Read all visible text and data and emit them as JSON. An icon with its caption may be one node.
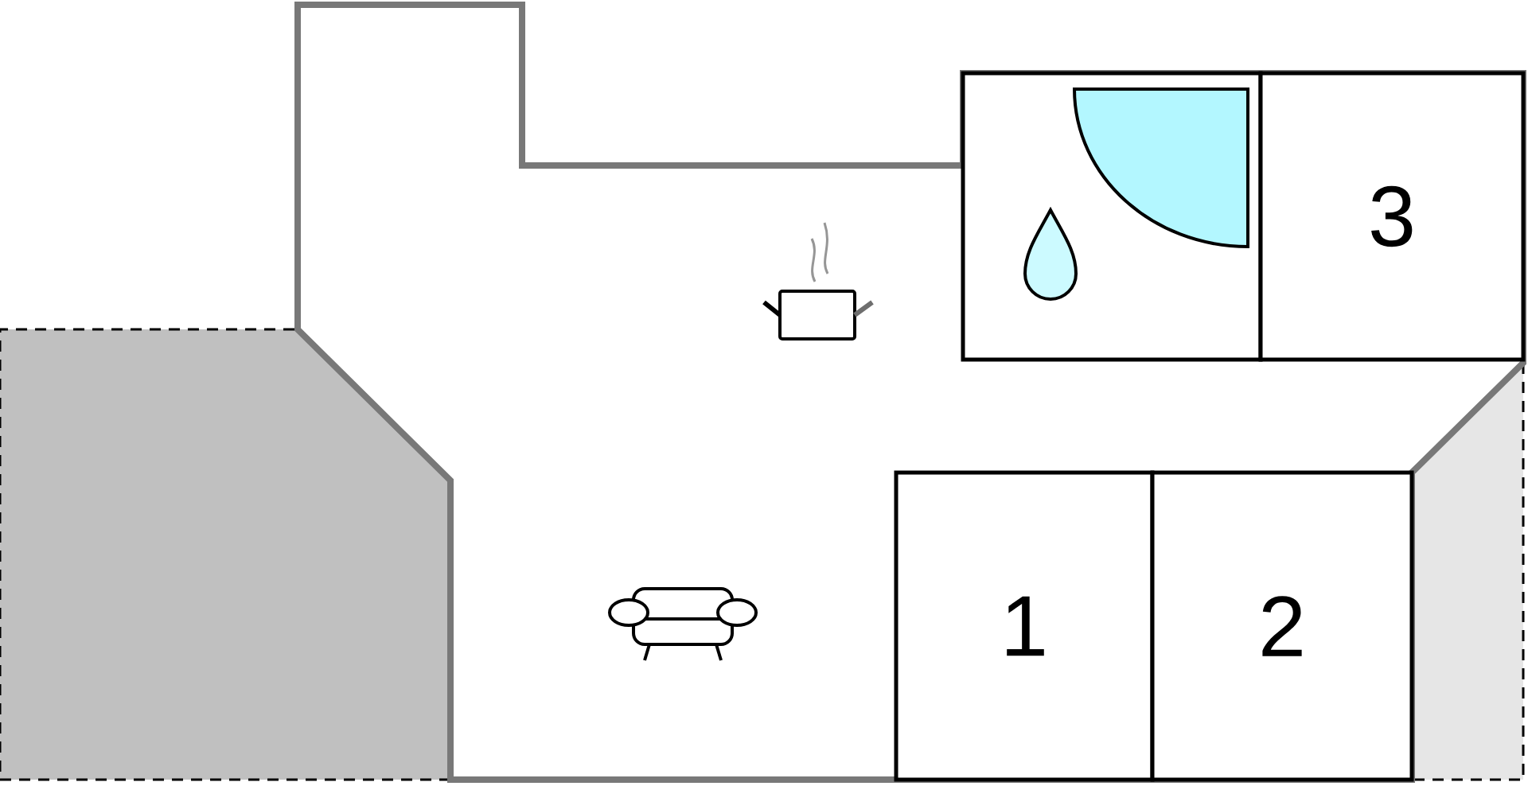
{
  "diagram": {
    "nodes": [
      {
        "text": [],
        "shape": "box"
      },
      {
        "text": [
          "3"
        ]
      },
      {
        "text": [
          "1"
        ]
      },
      {
        "text": [
          "2"
        ]
      }
    ]
  }
}
